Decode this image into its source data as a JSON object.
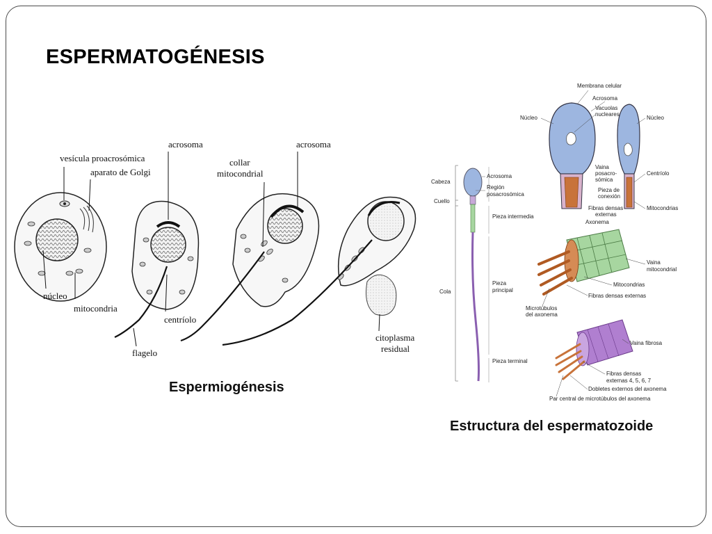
{
  "slide": {
    "title": "ESPERMATOGÉNESIS",
    "caption_left": "Espermiogénesis",
    "caption_right": "Estructura del espermatozoide"
  },
  "left_diagram": {
    "labels": {
      "vesicula": "vesícula proacrosómica",
      "golgi": "aparato de Golgi",
      "nucleo": "núcleo",
      "mitocondria": "mitocondria",
      "acrosoma1": "acrosoma",
      "centriolo": "centríolo",
      "flagelo": "flagelo",
      "collar1": "collar",
      "collar2": "mitocondrial",
      "acrosoma2": "acrosoma",
      "citoplasma1": "citoplasma",
      "citoplasma2": "residual"
    }
  },
  "right_diagram": {
    "labels": {
      "cabeza": "Cabeza",
      "cuello": "Cuello",
      "cola": "Cola",
      "acrosoma": "Acrosoma",
      "region1": "Región",
      "region2": "posacrosómica",
      "pieza_intermedia": "Pieza intermedia",
      "pieza_principal1": "Pieza",
      "pieza_principal2": "principal",
      "pieza_terminal": "Pieza terminal",
      "membrana": "Membrana celular",
      "acrosoma_top": "Acrosoma",
      "vacuolas1": "Vacuolas",
      "vacuolas2": "nucleares",
      "nucleo_left": "Núcleo",
      "nucleo_right": "Núcleo",
      "vaina_pos1": "Vaina",
      "vaina_pos2": "posacro-",
      "vaina_pos3": "sómica",
      "centriolo": "Centríolo",
      "pieza_con1": "Pieza de",
      "pieza_con2": "conexión",
      "fibras_ext1": "Fibras densas",
      "fibras_ext2": "externas",
      "axonema": "Axonema",
      "mitocondrias_top": "Mitocondrias",
      "vaina_mit1": "Vaina",
      "vaina_mit2": "mitocondrial",
      "mitocondrias_mid": "Mitocondrias",
      "fibras_densas_ext": "Fibras densas externas",
      "microtubulos1": "Microtúbulos",
      "microtubulos2": "del axonema",
      "vaina_fibrosa": "Vaina fibrosa",
      "fibras_4567_1": "Fibras densas",
      "fibras_4567_2": "externas 4, 5, 6, 7",
      "dobletes": "Dobletes externos del axonema",
      "par_central": "Par central de microtúbulos del axonema"
    }
  },
  "colors": {
    "frame": "#4a4a4a",
    "head_blue": "#9db6e0",
    "mito_green": "#a7d6a0",
    "fiber_orange": "#c8733a",
    "sheath_purple": "#b07fd0"
  }
}
